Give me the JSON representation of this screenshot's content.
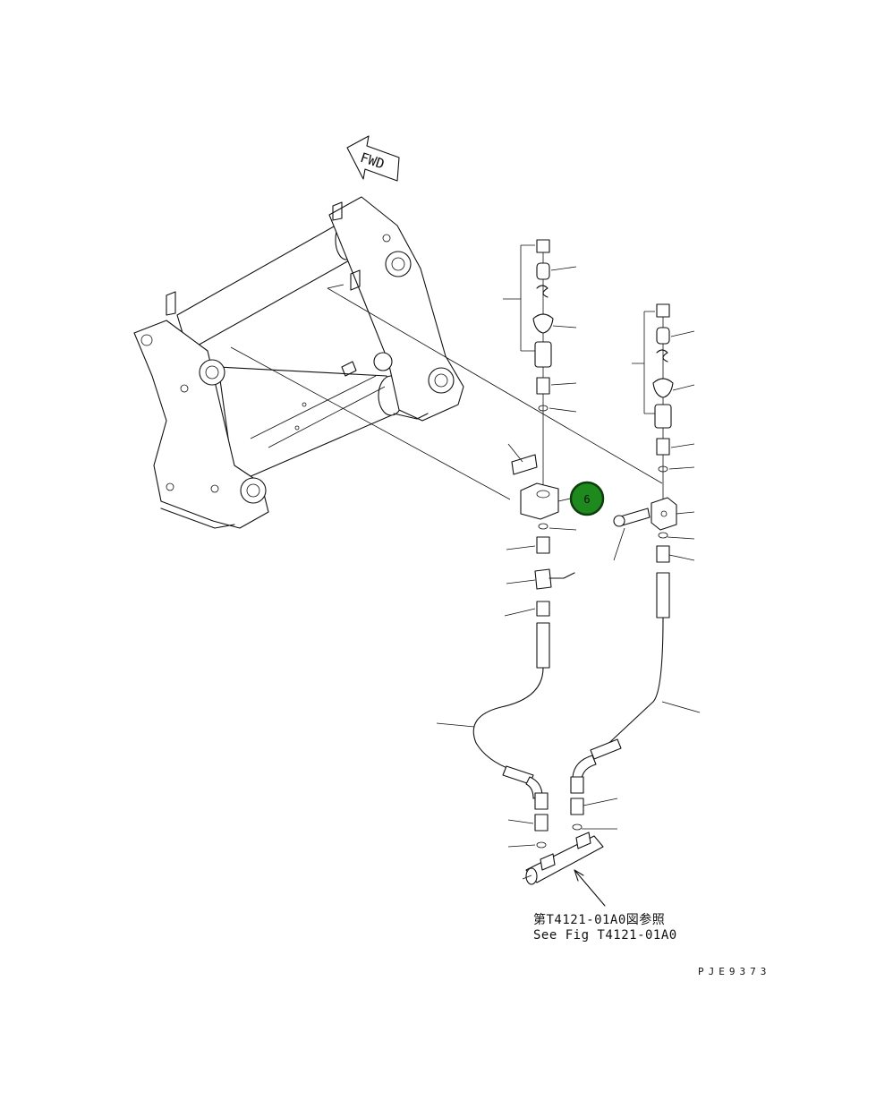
{
  "fwd_label": "FWD",
  "callout": {
    "number": "6",
    "color": "#1e8a1e",
    "ring": "#0d3d0d"
  },
  "reference_jp": "第T4121-01A0図参照",
  "reference_en": "See Fig T4121-01A0",
  "drawing_code": "PJE9373"
}
